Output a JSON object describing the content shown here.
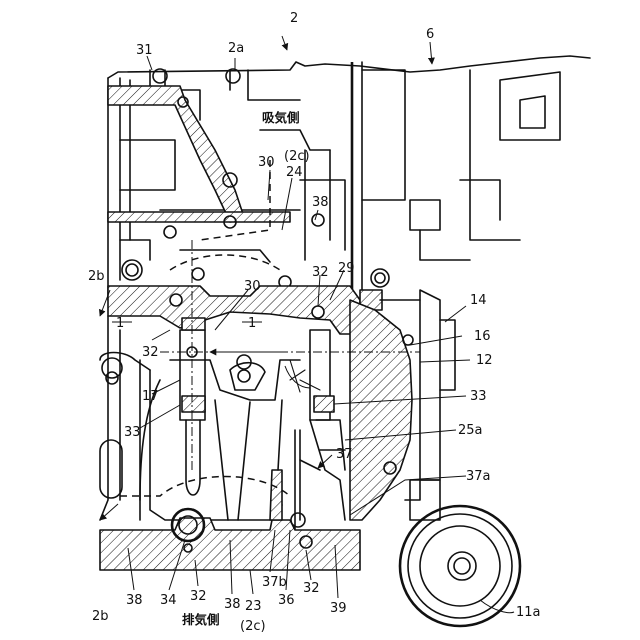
{
  "labels": {
    "l2": "2",
    "l2a": "2a",
    "l31": "31",
    "l6": "6",
    "l_intake": "吸気側",
    "l30_top": "30",
    "l2c_top": "(2c)",
    "l24": "24",
    "l38_top": "38",
    "l2b_top": "2b",
    "l29": "29",
    "l32_mid": "32",
    "l30_mid": "30",
    "l14": "14",
    "l1_left": "1",
    "l1_mid": "1",
    "l16": "16",
    "l32_left": "32",
    "l12": "12",
    "l17": "17",
    "l33_right": "33",
    "l33_left": "33",
    "l25a": "25a",
    "l37": "37",
    "l37a": "37a",
    "l2b_bot": "2b",
    "l38_bl": "38",
    "l34": "34",
    "l32_b1": "32",
    "l38_b2": "38",
    "l23": "23",
    "l37b": "37b",
    "l36": "36",
    "l32_b2": "32",
    "l39": "39",
    "l_exhaust": "排気側",
    "l2c_bot": "(2c)",
    "l11a": "11a"
  }
}
